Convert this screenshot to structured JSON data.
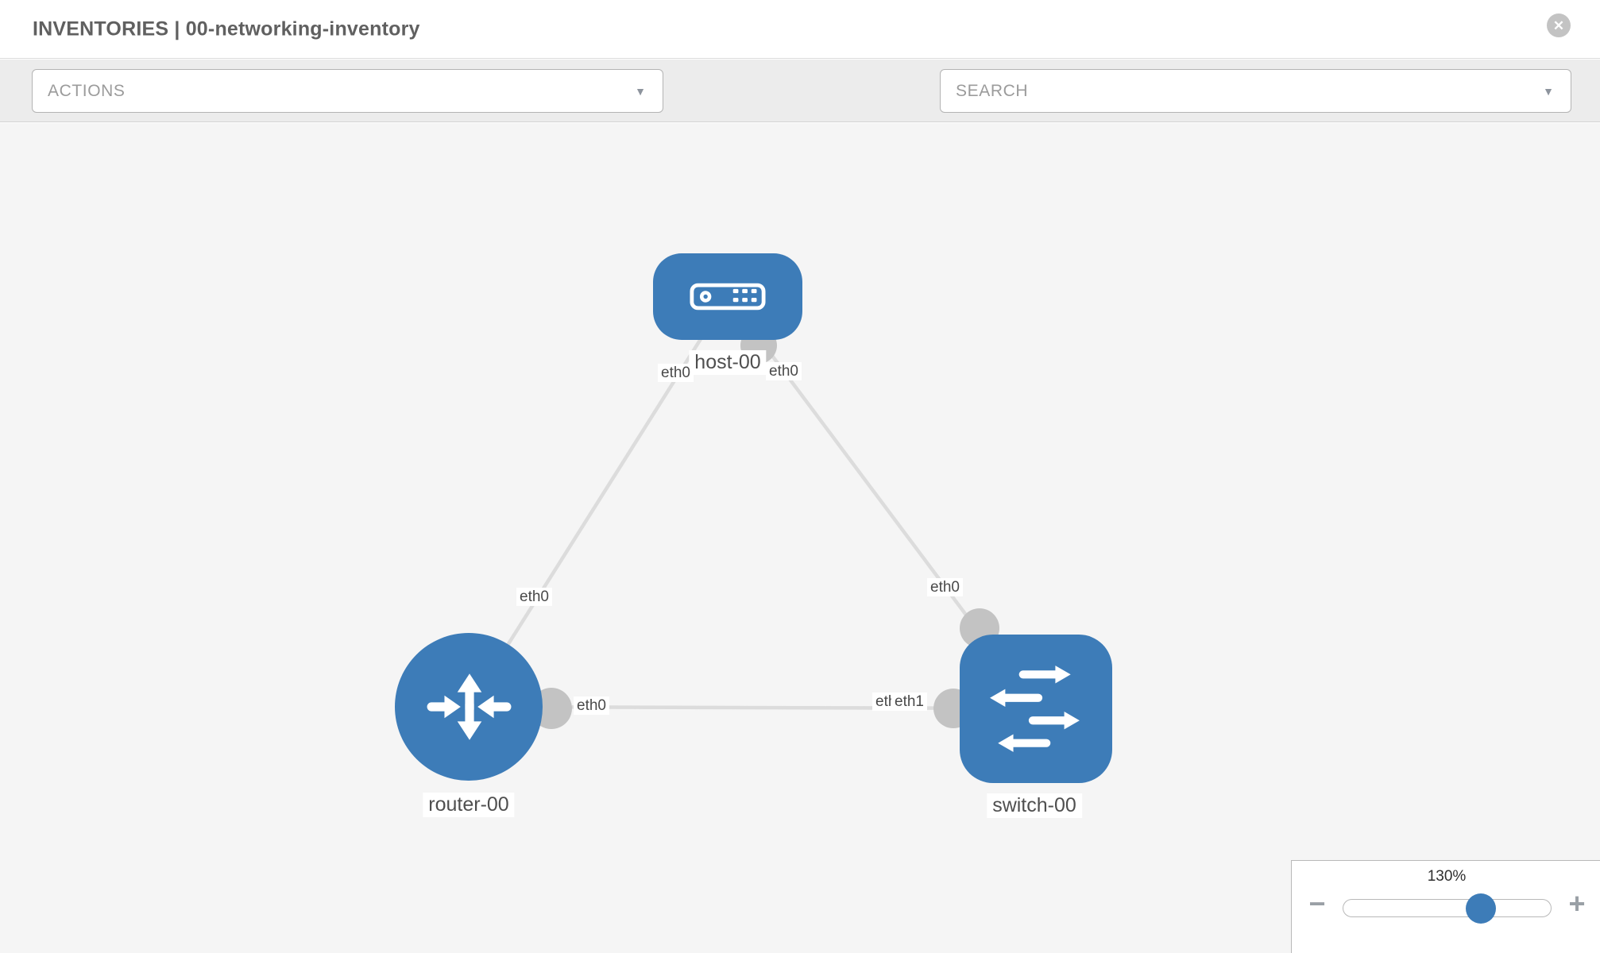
{
  "header": {
    "title": "INVENTORIES | 00-networking-inventory"
  },
  "toolbar": {
    "actions_dropdown": "ACTIONS",
    "search_dropdown": "SEARCH"
  },
  "icons": {
    "caret": "▼",
    "close": "✕",
    "minus": "−",
    "plus": "+"
  },
  "topology": {
    "nodes": [
      {
        "label": "host-00",
        "type": "host"
      },
      {
        "label": "router-00",
        "type": "router"
      },
      {
        "label": "switch-00",
        "type": "switch"
      }
    ],
    "links": [
      {
        "from": "host-00",
        "to": "router-00"
      },
      {
        "from": "host-00",
        "to": "switch-00"
      },
      {
        "from": "router-00",
        "to": "switch-00"
      }
    ],
    "iface_labels": [
      {
        "text": "eth0",
        "edge": "host-router",
        "end": "host-00"
      },
      {
        "text": "eth0",
        "edge": "host-switch",
        "end": "host-00"
      },
      {
        "text": "eth0",
        "edge": "host-router",
        "end": "router-00"
      },
      {
        "text": "eth0",
        "edge": "router-switch",
        "end": "router-00"
      },
      {
        "text": "eth0",
        "edge": "host-switch",
        "end": "switch-00"
      },
      {
        "text": "eth0",
        "edge": "router-switch",
        "end": "switch-00"
      },
      {
        "text": "eth1",
        "edge": "router-switch",
        "end": "switch-00"
      }
    ]
  },
  "zoom_control": {
    "level": "130%"
  },
  "colors": {
    "node_blue": "#3d7cb8",
    "connector_gray": "#c3c3c3",
    "link_gray": "#dcdcdc",
    "canvas_bg": "#f5f5f5"
  }
}
